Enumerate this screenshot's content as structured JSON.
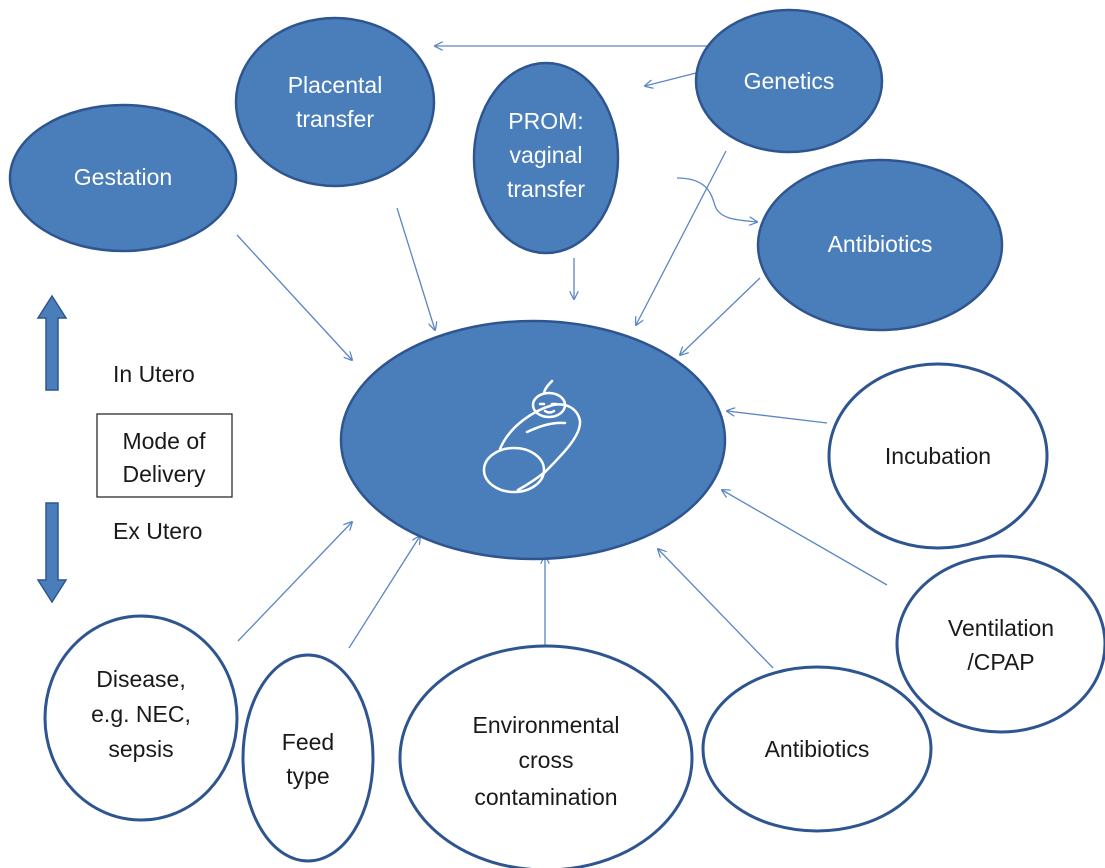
{
  "in_utero": {
    "gestation": "Gestation",
    "placental": [
      "Placental",
      "transfer"
    ],
    "prom": [
      "PROM:",
      "vaginal",
      "transfer"
    ],
    "genetics": "Genetics",
    "antibiotics": "Antibiotics"
  },
  "ex_utero": {
    "incubation": "Incubation",
    "ventilation": [
      "Ventilation",
      "/CPAP"
    ],
    "antibiotics": "Antibiotics",
    "environmental": [
      "Environmental",
      "cross",
      "contamination"
    ],
    "feed": [
      "Feed",
      "type"
    ],
    "disease": [
      "Disease,",
      "e.g. NEC,",
      "sepsis"
    ]
  },
  "legend": {
    "in_utero": "In Utero",
    "mode": [
      "Mode of",
      "Delivery"
    ],
    "ex_utero": "Ex Utero"
  },
  "center_icon": "baby-icon",
  "colors": {
    "fill": "#4a7ebb",
    "stroke": "#2e5590",
    "arrow": "#5b86c4"
  }
}
